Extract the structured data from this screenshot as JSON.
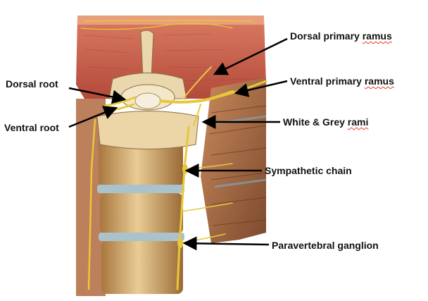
{
  "figure": {
    "labels": {
      "dorsal_primary_ramus": {
        "prefix": "Dorsal primary ",
        "word": "ramus"
      },
      "ventral_primary_ramus": {
        "prefix": "Ventral primary ",
        "word": "ramus"
      },
      "white_grey_rami": {
        "prefix": "White & Grey ",
        "word": "rami"
      },
      "sympathetic_chain": "Sympathetic chain",
      "paravertebral_ganglion": "Paravertebral ganglion",
      "dorsal_root": "Dorsal root",
      "ventral_root": "Ventral root"
    },
    "colors": {
      "muscle": "#c85a48",
      "bone": "#e8d3a8",
      "nerve": "#e8c83a",
      "disc": "#a9c2cc",
      "arrow": "#000000"
    }
  }
}
